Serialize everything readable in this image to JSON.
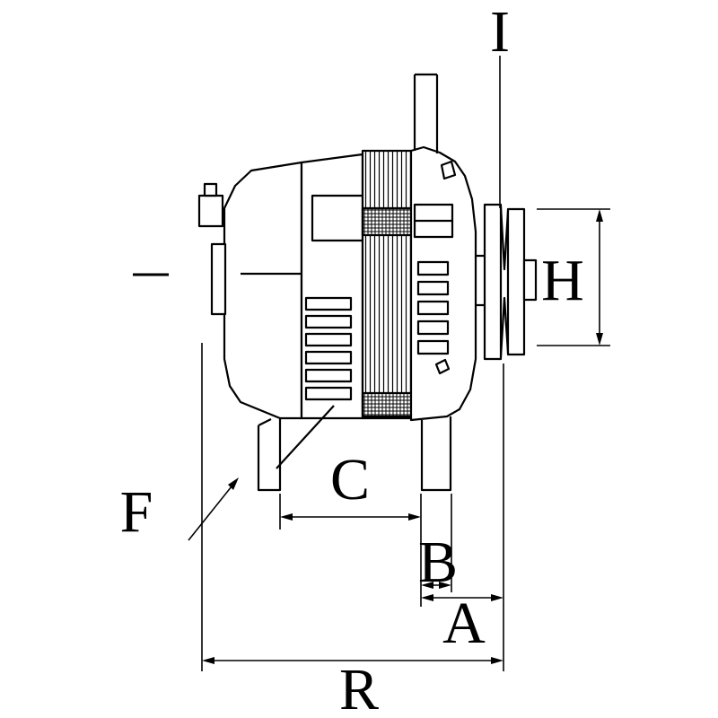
{
  "diagram": {
    "background": "#ffffff",
    "line_color": "#000000",
    "dimension_labels": {
      "i": "I",
      "h": "H",
      "f": "F",
      "c": "C",
      "b": "B",
      "a": "A",
      "r": "R"
    }
  }
}
